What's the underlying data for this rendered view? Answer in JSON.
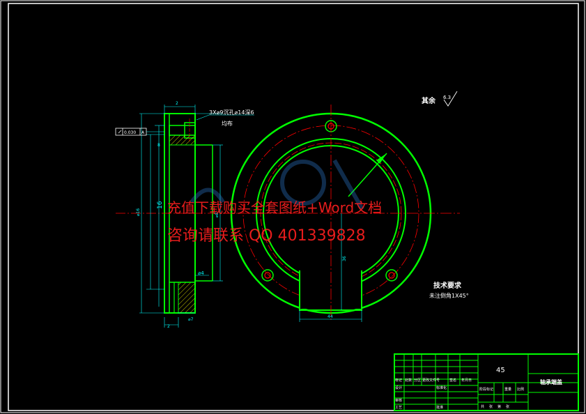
{
  "notes": {
    "hole_callout_1": "3X⌀9沉孔⌀14深6",
    "hole_callout_2": "均布",
    "surface_finish": "其余",
    "surface_value": "6.3",
    "tech_title": "技术要求",
    "tech_line": "未注倒角1X45°",
    "tolerance_value": "0.030",
    "datum": "A"
  },
  "watermark": {
    "line1": "充值下载购买全套图纸+Word文档",
    "line2": "咨询请联系  QQ 401339828"
  },
  "title_block": {
    "material": "45",
    "part_name": "轴承端盖",
    "labels": [
      "标记",
      "处数",
      "分区",
      "更改文件号",
      "签名",
      "年月日",
      "设计",
      "标准化",
      "阶段标记",
      "重量",
      "比例",
      "审核",
      "工艺",
      "批准",
      "共",
      "张",
      "第",
      "张"
    ]
  },
  "dimensions": {
    "left_view": [
      "2",
      "8",
      "2",
      "⌀4",
      "⌀7",
      "16",
      "⌀16",
      "⌀8"
    ],
    "front_view": [
      "44",
      "36"
    ]
  },
  "colors": {
    "outline": "#00ff00",
    "dimension": "#00ffff",
    "center_line": "#ff0000",
    "text": "#ffffff",
    "watermark": "#ff2020",
    "background": "#000000"
  }
}
